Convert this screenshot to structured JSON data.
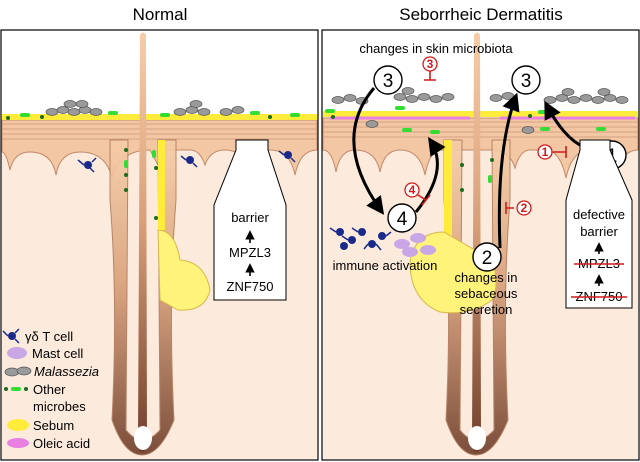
{
  "titles": {
    "left": "Normal",
    "right": "Seborrheic Dermatitis"
  },
  "normal": {
    "box": {
      "line1": "barrier",
      "line2": "MPZL3",
      "line3": "ZNF750"
    }
  },
  "sd": {
    "microbiota_label": "changes in skin microbiota",
    "immune_label": "immune activation",
    "sebaceous_label": {
      "line1": "changes in",
      "line2": "sebaceous",
      "line3": "secretion"
    },
    "box": {
      "line1": "defective",
      "line2": "barrier",
      "line3": "MPZL3",
      "line4": "ZNF750"
    },
    "steps": {
      "s1": "1",
      "s2": "2",
      "s3a": "3",
      "s3b": "3",
      "s4": "4"
    },
    "inhib": {
      "i1": "1",
      "i2": "2",
      "i3": "3",
      "i4": "4"
    }
  },
  "legend": {
    "gd_t_cell": "γδ T cell",
    "mast_cell": "Mast cell",
    "malassezia": "Malassezia",
    "other_microbes": {
      "line1": "Other",
      "line2": "microbes"
    },
    "sebum": "Sebum",
    "oleic_acid": "Oleic acid"
  },
  "colors": {
    "skin": "#f4c7a4",
    "skin_outline": "#c08a6a",
    "hair_top": "#f1c09a",
    "hair_bottom": "#7b4a35",
    "sebum": "#ffec3a",
    "oleic": "#e97fe0",
    "malassezia": "#9a9a9a",
    "microbe_green": "#33dd33",
    "microbe_dark": "#1d6b1d",
    "tcell": "#1a2a8a",
    "mast": "#c9a6e6",
    "inhibit_red": "#d11a1a"
  }
}
